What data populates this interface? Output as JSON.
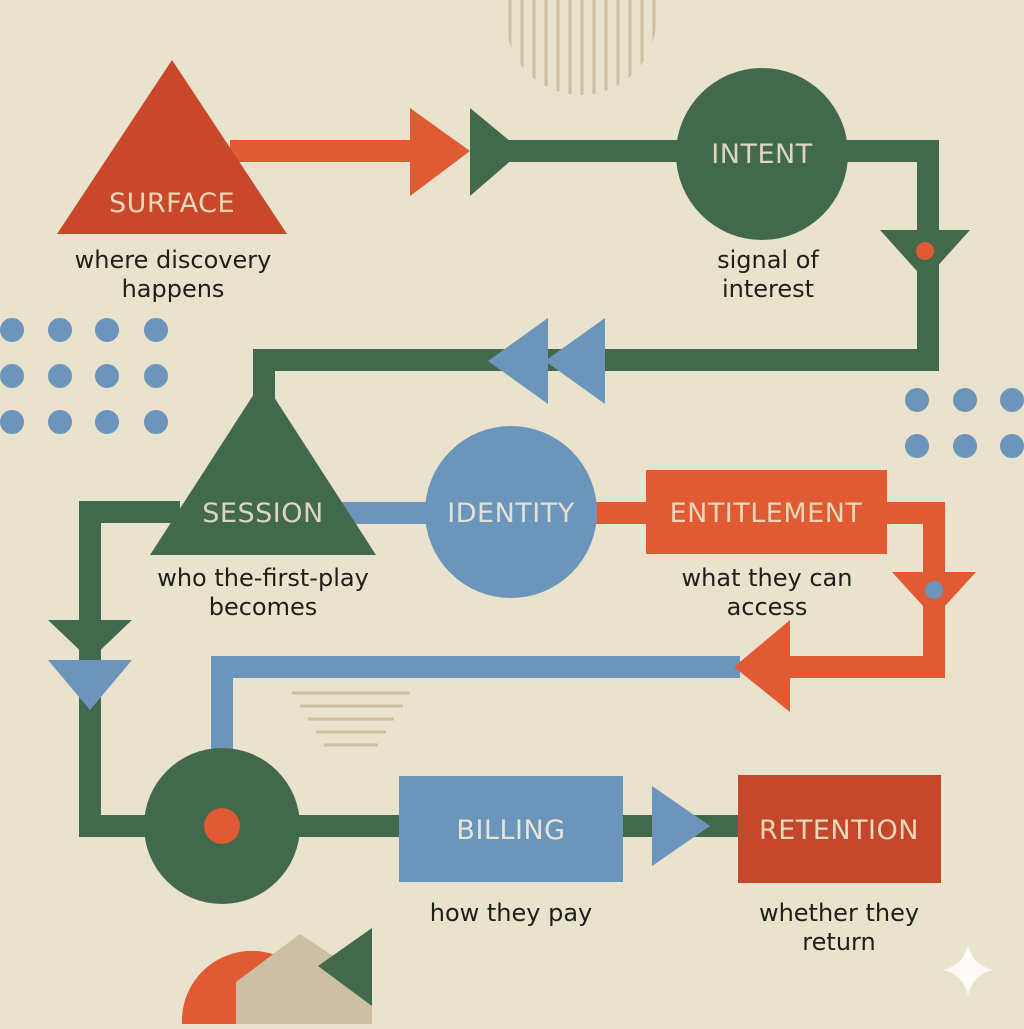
{
  "colors": {
    "background": "#E9E2CC",
    "green": "#43694D",
    "orange": "#E05A33",
    "brick": "#C4472B",
    "blue": "#6C95BB",
    "tan": "#CDBFA3",
    "label_light": "#E7D8B8",
    "label_on_green": "#DCD6BE"
  },
  "nodes": {
    "surface": {
      "label": "SURFACE",
      "caption_line1": "where discovery",
      "caption_line2": "happens",
      "shape": "triangle"
    },
    "intent": {
      "label": "INTENT",
      "caption_line1": "signal of",
      "caption_line2": "interest",
      "shape": "circle"
    },
    "session": {
      "label": "SESSION",
      "caption_line1": "who the-first-play",
      "caption_line2": "becomes",
      "shape": "triangle"
    },
    "identity": {
      "label": "IDENTITY",
      "shape": "circle"
    },
    "entitlement": {
      "label": "ENTITLEMENT",
      "caption_line1": "what they can",
      "caption_line2": "access",
      "shape": "rectangle"
    },
    "billing": {
      "label": "BILLING",
      "caption_line1": "how they pay",
      "shape": "rectangle"
    },
    "retention": {
      "label": "RETENTION",
      "caption_line1": "whether they",
      "caption_line2": "return",
      "shape": "rectangle"
    }
  },
  "icons": {
    "sparkle": "sparkle-icon",
    "double_arrow": "double-chevron-icon",
    "funnel": "funnel-triangle-icon"
  }
}
